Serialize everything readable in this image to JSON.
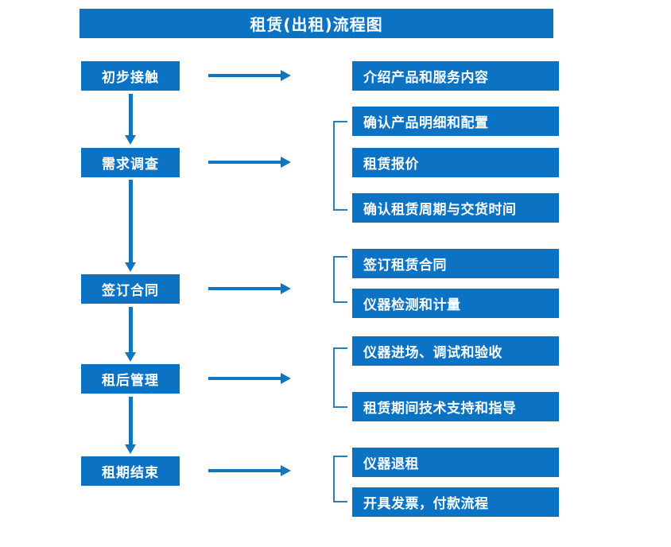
{
  "title": "租赁(出租)流程图",
  "theme": {
    "box_fill": "#0b72c4",
    "box_text": "#ffffff",
    "arrow": "#1176bd",
    "bracket": "#2e7cb8",
    "background": "#ffffff"
  },
  "stages": [
    {
      "label": "初步接触"
    },
    {
      "label": "需求调查"
    },
    {
      "label": "签订合同"
    },
    {
      "label": "租后管理"
    },
    {
      "label": "租期结束"
    }
  ],
  "details": [
    {
      "label": "介绍产品和服务内容"
    },
    {
      "label": "确认产品明细和配置"
    },
    {
      "label": "租赁报价"
    },
    {
      "label": "确认租赁周期与交货时间"
    },
    {
      "label": "签订租赁合同"
    },
    {
      "label": "仪器检测和计量"
    },
    {
      "label": "仪器进场、调试和验收"
    },
    {
      "label": "租赁期间技术支持和指导"
    },
    {
      "label": "仪器退租"
    },
    {
      "label": "开具发票，付款流程"
    }
  ],
  "groups": [
    {
      "stage": "需求调查",
      "details": [
        "确认产品明细和配置",
        "租赁报价",
        "确认租赁周期与交货时间"
      ]
    },
    {
      "stage": "签订合同",
      "details": [
        "签订租赁合同",
        "仪器检测和计量"
      ]
    },
    {
      "stage": "租后管理",
      "details": [
        "仪器进场、调试和验收",
        "租赁期间技术支持和指导"
      ]
    },
    {
      "stage": "租期结束",
      "details": [
        "仪器退租",
        "开具发票，付款流程"
      ]
    }
  ]
}
